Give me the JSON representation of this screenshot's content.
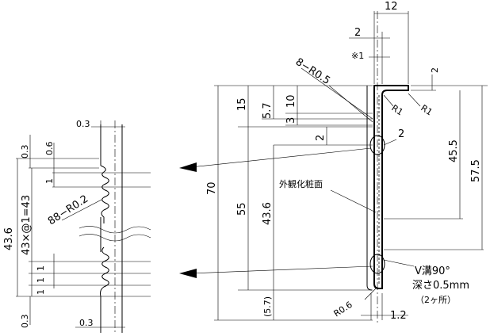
{
  "detail": {
    "top_width": "0.3",
    "dim_03_top": "0.3",
    "dim_06": "0.6",
    "dim_1a": "1",
    "pitch": "43×@1=43",
    "overall": "43.6",
    "radius": "88−R0.2",
    "dim_1b": "1",
    "dim_1c": "1",
    "dim_1d": "1",
    "dim_03_bot": "0.3",
    "bottom_width": "0.3"
  },
  "main": {
    "dim_12": "12",
    "dim_2_top": "2",
    "note_mark": "※1",
    "r05": "8−R0.5",
    "dim_2_right": "2",
    "r1_a": "R1",
    "r1_b": "R1",
    "dim_15": "15",
    "dim_57": "5.7",
    "dim_10": "10",
    "dim_3": "3",
    "dim_2_inner": "2",
    "dim_2_lead": "2",
    "dim_455": "45.5",
    "dim_575": "57.5",
    "dim_70": "70",
    "dim_55": "55",
    "dim_436": "43.6",
    "surface": "外観化粧面",
    "v_groove": "V溝90°",
    "depth": "深さ0.5mm",
    "count": "（2ヶ所）",
    "r06": "R0.6",
    "dim_57b": "(5.7)",
    "dim_12b": "1.2"
  }
}
